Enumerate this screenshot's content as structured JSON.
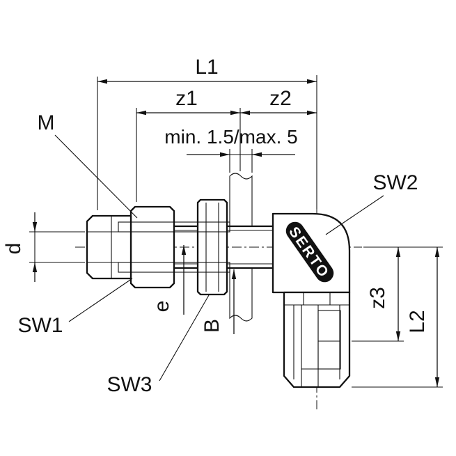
{
  "colors": {
    "line": "#111111",
    "background": "#ffffff",
    "brand_band": "#111111",
    "brand_text": "#ffffff"
  },
  "brand": "SERTO",
  "dimensions": {
    "L1": "L1",
    "z1": "z1",
    "z2": "z2",
    "panel_thickness": "min. 1.5/max. 5",
    "thread": "M",
    "tube_diameter": "d",
    "sw1": "SW1",
    "sw2": "SW2",
    "sw3": "SW3",
    "insertion_depth": "e",
    "panel_bore": "B",
    "z3": "z3",
    "L2": "L2"
  }
}
